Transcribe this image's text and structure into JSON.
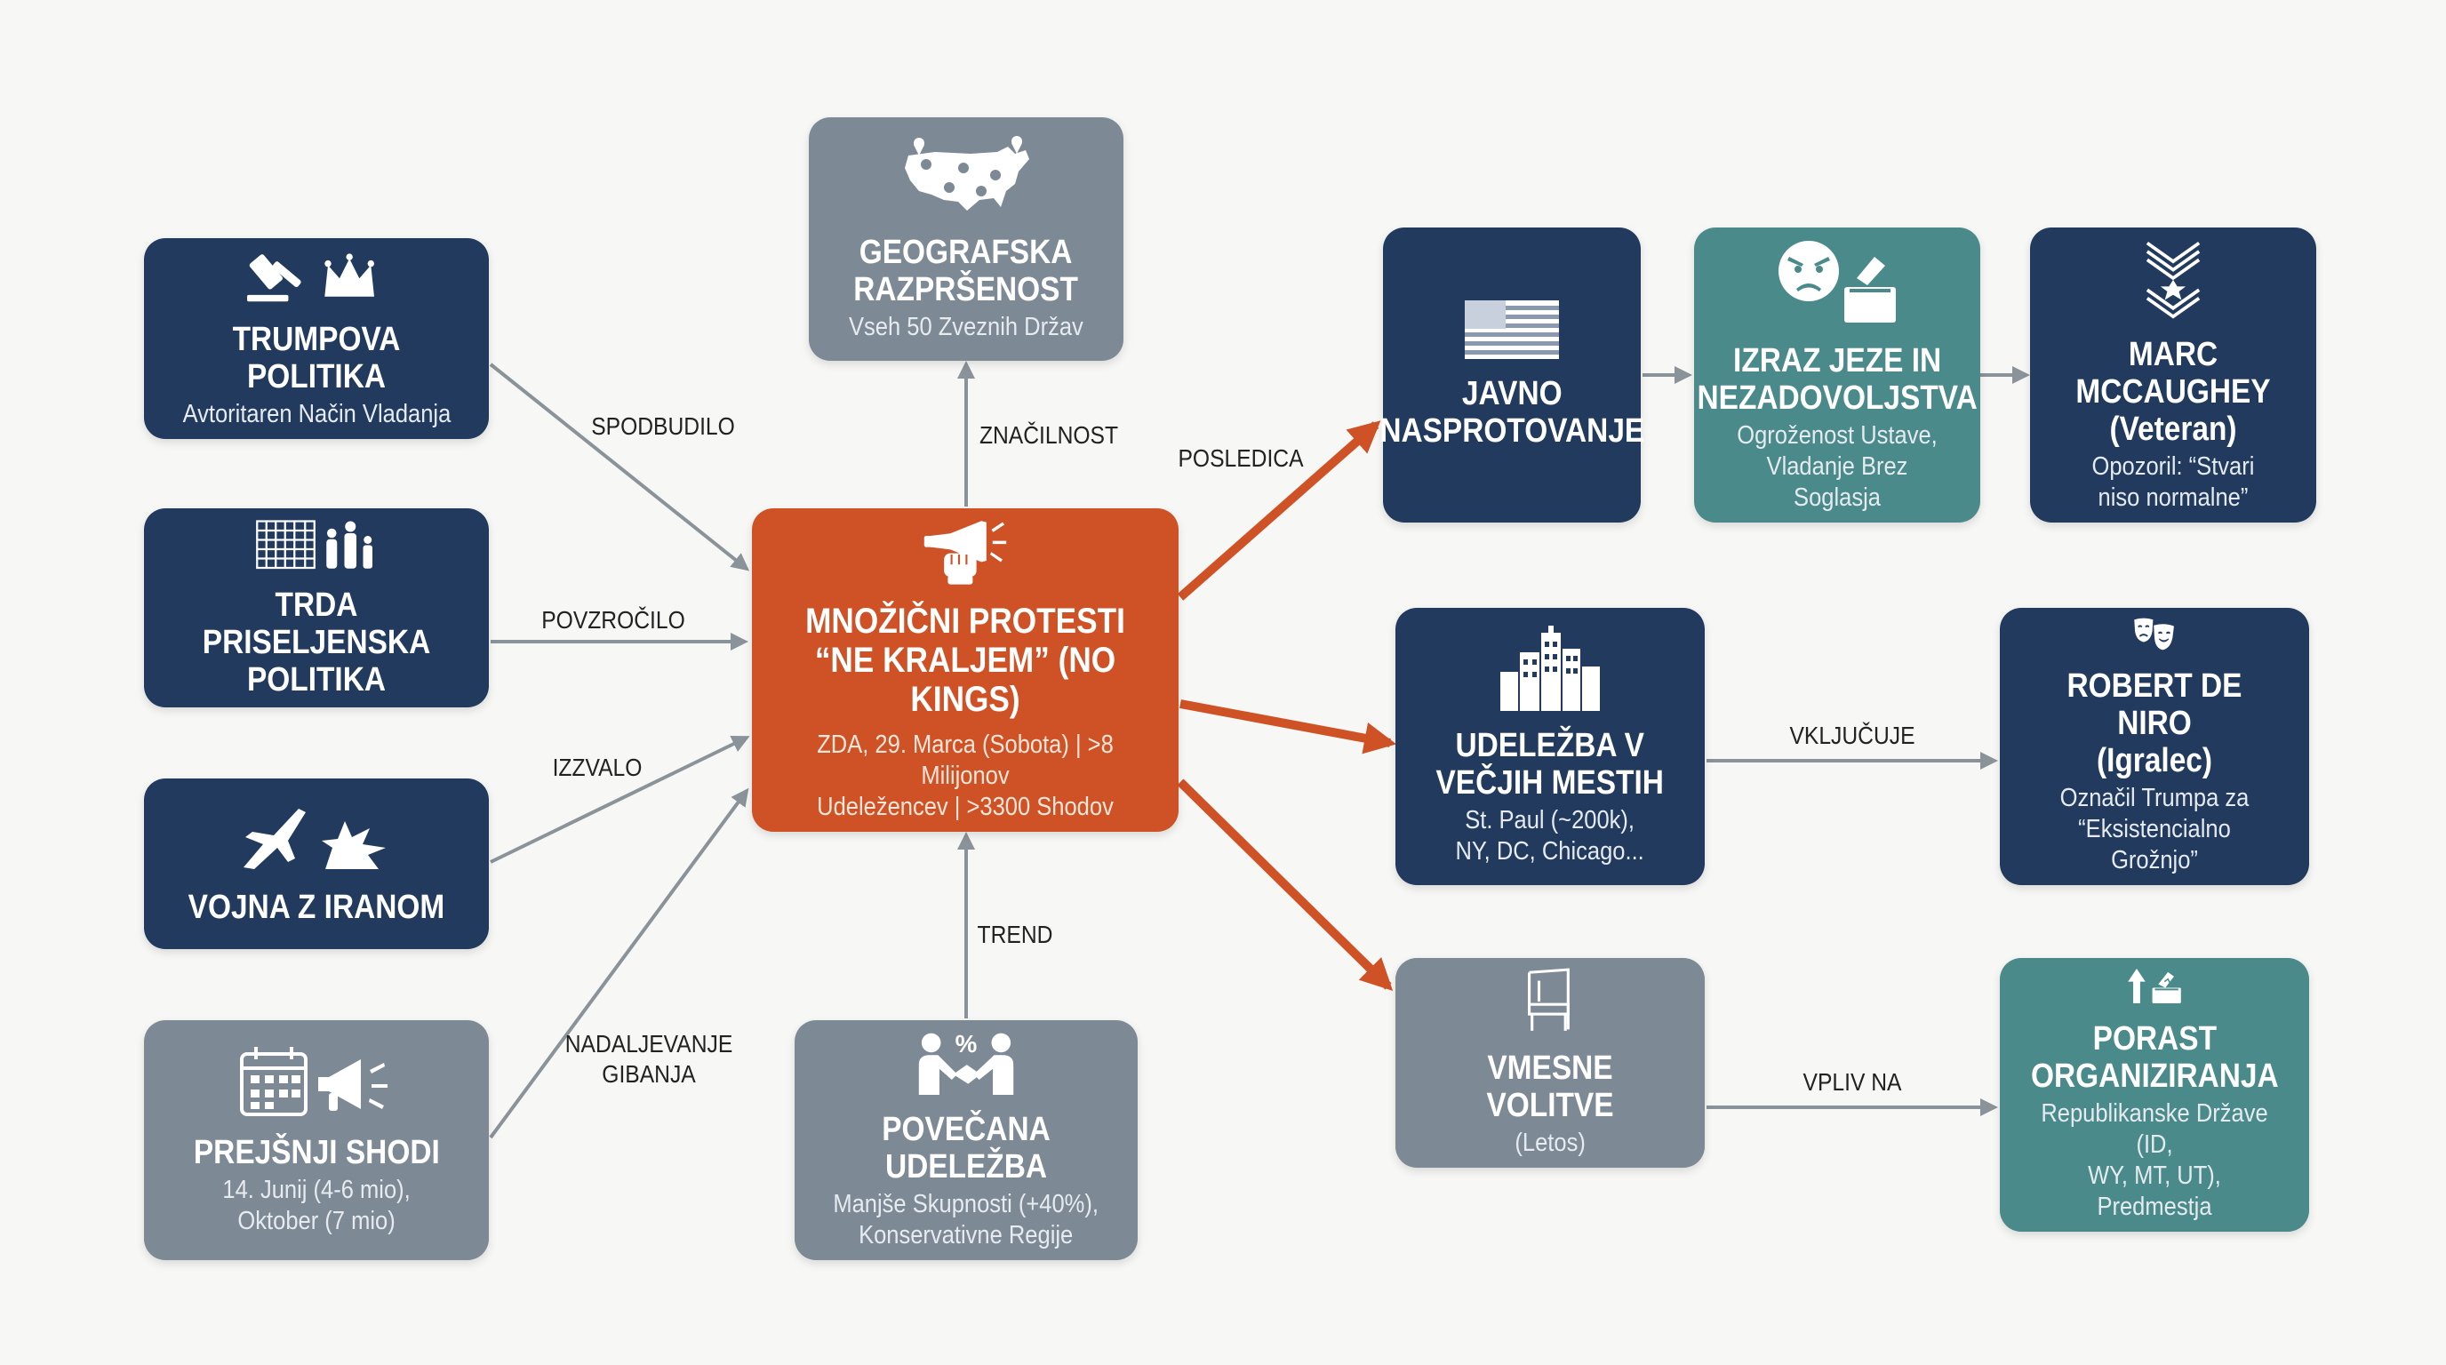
{
  "colors": {
    "navy": "#213a5e",
    "gray": "#7d8a95",
    "teal": "#4a8a8a",
    "orange": "#cf5226",
    "edge": "#8a9399"
  },
  "center": {
    "title": "MNOŽIČNI PROTESTI\n“NE KRALJEM” (NO KINGS)",
    "subtitle": "ZDA, 29. Marca (Sobota) | >8 Milijonov\nUdeležencev | >3300 Shodov",
    "icon": "megaphone-fist-icon"
  },
  "causes": [
    {
      "title": "TRUMPOVA POLITIKA",
      "subtitle": "Avtoritaren Način Vladanja",
      "icon": "gavel-crown-icon",
      "edge_label": "SPODBUDILO"
    },
    {
      "title": "TRDA PRISELJENSKA\nPOLITIKA",
      "subtitle": "",
      "icon": "fence-family-icon",
      "edge_label": "POVZROČILO"
    },
    {
      "title": "VOJNA Z IRANOM",
      "subtitle": "",
      "icon": "jet-explosion-icon",
      "edge_label": "IZZVALO"
    },
    {
      "title": "PREJŠNJI SHODI",
      "subtitle": "14. Junij (4-6 mio),\nOktober (7 mio)",
      "icon": "calendar-megaphone-icon",
      "edge_label": "NADALJEVANJE\nGIBANJA"
    }
  ],
  "top": {
    "title": "GEOGRAFSKA\nRAZPRŠENOST",
    "subtitle": "Vseh 50 Zveznih Držav",
    "icon": "usa-map-pins-icon",
    "edge_label": "ZNAČILNOST"
  },
  "bottom": {
    "title": "POVEČANA UDELEŽBA",
    "subtitle": "Manjše Skupnosti (+40%),\nKonservativne Regije",
    "icon": "handshake-percent-icon",
    "edge_label": "TREND"
  },
  "effects": [
    {
      "title": "JAVNO\nNASPROTOVANJE",
      "subtitle": "",
      "icon": "us-flag-icon",
      "edge_label": "POSLEDICA"
    },
    {
      "title": "UDELEŽBA V\nVEČJIH MESTIH",
      "subtitle": "St. Paul (~200k),\nNY, DC, Chicago...",
      "icon": "city-skyline-icon",
      "edge_label": ""
    },
    {
      "title": "VMESNE VOLITVE",
      "subtitle": "(Letos)",
      "icon": "voting-booth-icon",
      "edge_label": ""
    }
  ],
  "chain1": [
    {
      "title": "IZRAZ JEZE IN\nNEZADOVOLJSTVA",
      "subtitle": "Ogroženost Ustave,\nVladanje Brez Soglasja",
      "icon": "angry-face-ballot-icon"
    },
    {
      "title": "MARC MCCAUGHEY\n(Veteran)",
      "subtitle": "Opozoril: “Stvari\nniso normalne”",
      "icon": "military-rank-icon"
    }
  ],
  "chain2": {
    "title": "ROBERT DE NIRO\n(Igralec)",
    "subtitle": "Označil Trumpa za\n“Eksistencialno Grožnjo”",
    "icon": "theater-masks-icon",
    "edge_label": "VKLJUČUJE"
  },
  "chain3": {
    "title": "PORAST\nORGANIZIRANJA",
    "subtitle": "Republikanske Države (ID,\nWY, MT, UT), Predmestja",
    "icon": "arrow-ballot-icon",
    "edge_label": "VPLIV NA"
  }
}
